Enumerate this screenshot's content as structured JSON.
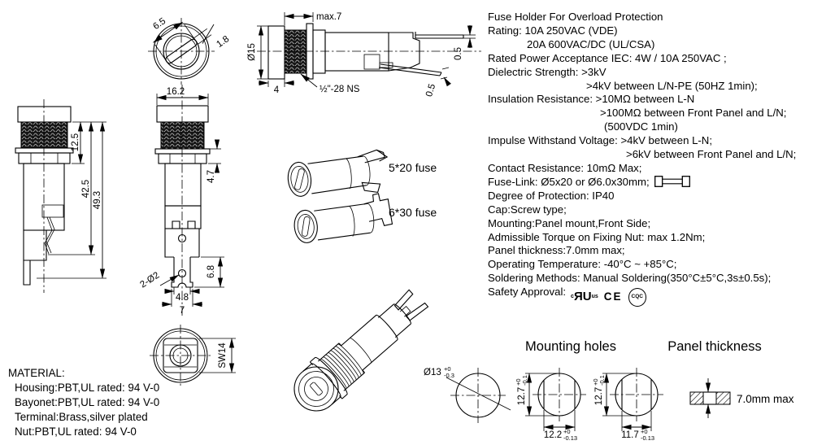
{
  "specs": {
    "lines": [
      "Fuse Holder For Overload Protection",
      "Rating: 10A  250VAC (VDE)",
      "20A 600VAC/DC (UL/CSA)",
      "Rated Power Acceptance IEC: 4W / 10A 250VAC ;",
      "Dielectric Strength: >3kV",
      ">4kV between L/N-PE (50HZ 1min);",
      "Insulation Resistance: >10MΩ between L-N",
      ">100MΩ between Front Panel and L/N;",
      "(500VDC 1min)",
      "Impulse Withstand Voltage: >4kV between L-N;",
      ">6kV between Front Panel and L/N;",
      "Contact Resistance: 10mΩ Max;",
      "Fuse-Link: Ø5x20 or Ø6.0x30mm;",
      "Degree of Protection: IP40",
      "Cap:Screw type;",
      "Mounting:Panel mount,Front Side;",
      "Admissible Torque on Fixing Nut: max 1.2Nm;",
      "Panel thickness:7.0mm max;",
      "Operating Temperature: -40°C ~ +85°C;",
      "Soldering Methods: Manual Soldering(350°C±5°C,3s±0.5s);",
      "Safety Approval:"
    ]
  },
  "material": {
    "heading": "MATERIAL:",
    "items": [
      "Housing:PBT,UL rated: 94 V-0",
      "Bayonet:PBT,UL rated: 94 V-0",
      "Terminal:Brass,silver plated",
      "Nut:PBT,UL rated: 94 V-0"
    ]
  },
  "safety_marks": {
    "ul_c": "c",
    "ul": "ЯU",
    "ul_us": "us",
    "ce": "CE",
    "cqc": "CQC"
  },
  "views": {
    "top": {
      "slot_length": "6.5",
      "slot_width": "1.8"
    },
    "front_long": {
      "thread_len": "12.5",
      "body_len": "42.5",
      "overall_len": "49.3"
    },
    "front_panel": {
      "cap_width": "16.2",
      "nut_height": "4.7",
      "holes": "2-Ø2",
      "tab_len": "6.8",
      "tab_width": "4.8",
      "tab_base": "7"
    },
    "bottom": {
      "wrench_size": "SW14"
    },
    "side": {
      "cap_dia": "Ø15",
      "panel_grip": "max.7",
      "cap_len": "4",
      "thread_spec": "½\"-28 NS",
      "tab_thickness_top": "0.5",
      "tab_thickness_bottom": "0.5"
    },
    "fuse_small": "5*20 fuse",
    "fuse_large": "6*30 fuse",
    "panel_hole": {
      "dia": "Ø13",
      "tol_plus": "+0",
      "tol_minus": "-0.3"
    },
    "mounting": {
      "title": "Mounting holes",
      "hole1": {
        "height": "12.7",
        "height_tol_plus": "+0",
        "height_tol_minus": "-0.1",
        "width": "12.2",
        "width_tol_plus": "+0",
        "width_tol_minus": "-0.13"
      },
      "hole2": {
        "height": "12.7",
        "height_tol_plus": "+0",
        "height_tol_minus": "-0.1",
        "width": "11.7",
        "width_tol_plus": "+0",
        "width_tol_minus": "-0.13"
      }
    },
    "panel_thickness": {
      "title": "Panel thickness",
      "label": "7.0mm max"
    }
  },
  "colors": {
    "line": "#000000",
    "thread_fill": "#161616",
    "background": "#ffffff"
  }
}
